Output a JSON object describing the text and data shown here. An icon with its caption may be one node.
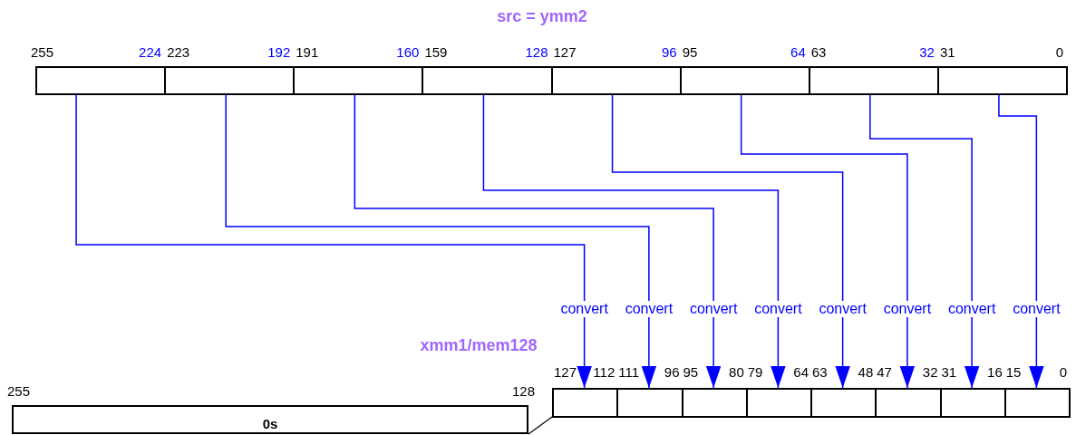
{
  "diagram": {
    "nodes": [
      {
        "text": [],
        "shape": "box"
      },
      {
        "text": [],
        "shape": "box"
      },
      {
        "text": [],
        "shape": "box"
      },
      {
        "text": [],
        "shape": "box"
      },
      {
        "text": [],
        "shape": "box"
      },
      {
        "text": [],
        "shape": "box"
      },
      {
        "text": [],
        "shape": "box"
      },
      {
        "text": [],
        "shape": "box"
      },
      {
        "text": [],
        "shape": "box"
      },
      {
        "text": [],
        "shape": "box"
      },
      {
        "text": [],
        "shape": "box"
      },
      {
        "text": [],
        "shape": "box"
      },
      {
        "text": [],
        "shape": "box"
      },
      {
        "text": [],
        "shape": "box"
      },
      {
        "text": [],
        "shape": "box"
      },
      {
        "text": [],
        "shape": "box"
      },
      {
        "text": [
          "0s"
        ]
      }
    ],
    "edges": [
      {
        "from": 0,
        "to": 8,
        "arrow": "to",
        "label": "convert"
      },
      {
        "from": 1,
        "to": 9,
        "arrow": "to",
        "label": "convert"
      },
      {
        "from": 2,
        "to": 10,
        "arrow": "to",
        "label": "convert"
      },
      {
        "from": 3,
        "to": 11,
        "arrow": "to",
        "label": "convert"
      },
      {
        "from": 4,
        "to": 12,
        "arrow": "to",
        "label": "convert"
      },
      {
        "from": 5,
        "to": 13,
        "arrow": "to",
        "label": "convert"
      },
      {
        "from": 6,
        "to": 14,
        "arrow": "to",
        "label": "convert"
      },
      {
        "from": 7,
        "to": 15,
        "arrow": "to",
        "label": "convert"
      },
      {
        "from": 16,
        "to": 8,
        "arrow": "none",
        "color": "#000000"
      }
    ],
    "labels": [
      "src = ymm2",
      "255",
      "224",
      "223",
      "192",
      "191",
      "160",
      "159",
      "128",
      "127",
      "96",
      "95",
      "64",
      "63",
      "32",
      "31",
      "0",
      "xmm1/mem128",
      "127",
      "112",
      "111",
      "96",
      "95",
      "80",
      "79",
      "64",
      "63",
      "48",
      "47",
      "32",
      "31",
      "16",
      "15",
      "0",
      "255",
      "128"
    ]
  }
}
